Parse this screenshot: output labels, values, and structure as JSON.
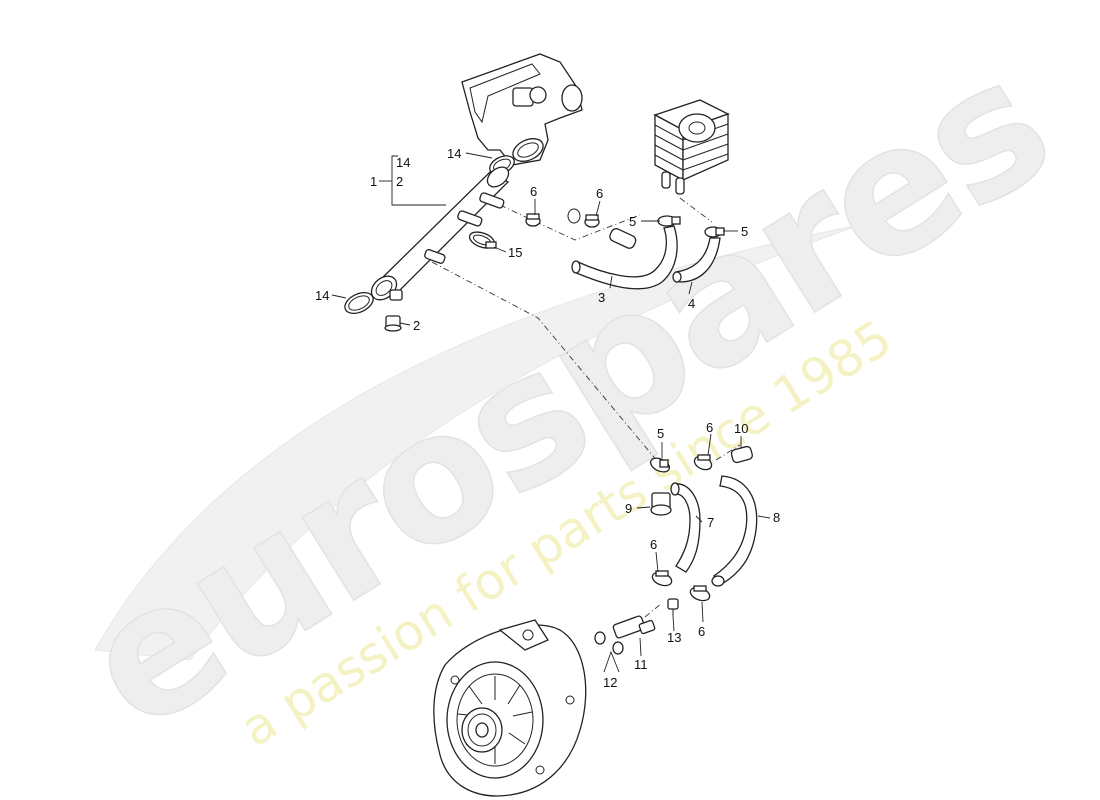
{
  "watermark": {
    "brand": "eurospares",
    "tagline": "a passion for parts since 1985"
  },
  "callouts": {
    "n1": "1",
    "n2": "2",
    "n3": "3",
    "n4": "4",
    "n5": "5",
    "n6": "6",
    "n7": "7",
    "n8": "8",
    "n9": "9",
    "n10": "10",
    "n11": "11",
    "n12": "12",
    "n13": "13",
    "n14": "14",
    "n15": "15"
  },
  "colors": {
    "line": "#222222",
    "watermark_grey": "#eeeeee",
    "watermark_yellow": "#f3efb9"
  }
}
